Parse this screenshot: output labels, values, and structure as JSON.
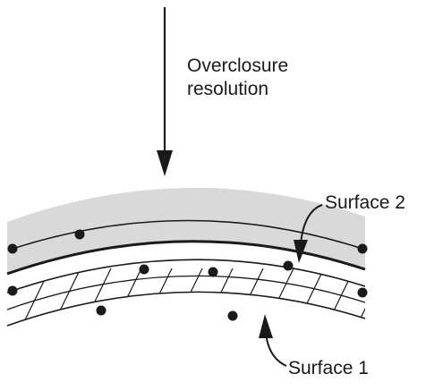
{
  "annotation": {
    "line1": "Overclosure",
    "line2": "resolution"
  },
  "surface2": {
    "label": "Surface 2"
  },
  "surface1": {
    "label": "Surface 1"
  },
  "colors": {
    "ink": "#1a1a1a",
    "shaded_band": "#d9d9d9",
    "background": "#ffffff"
  }
}
